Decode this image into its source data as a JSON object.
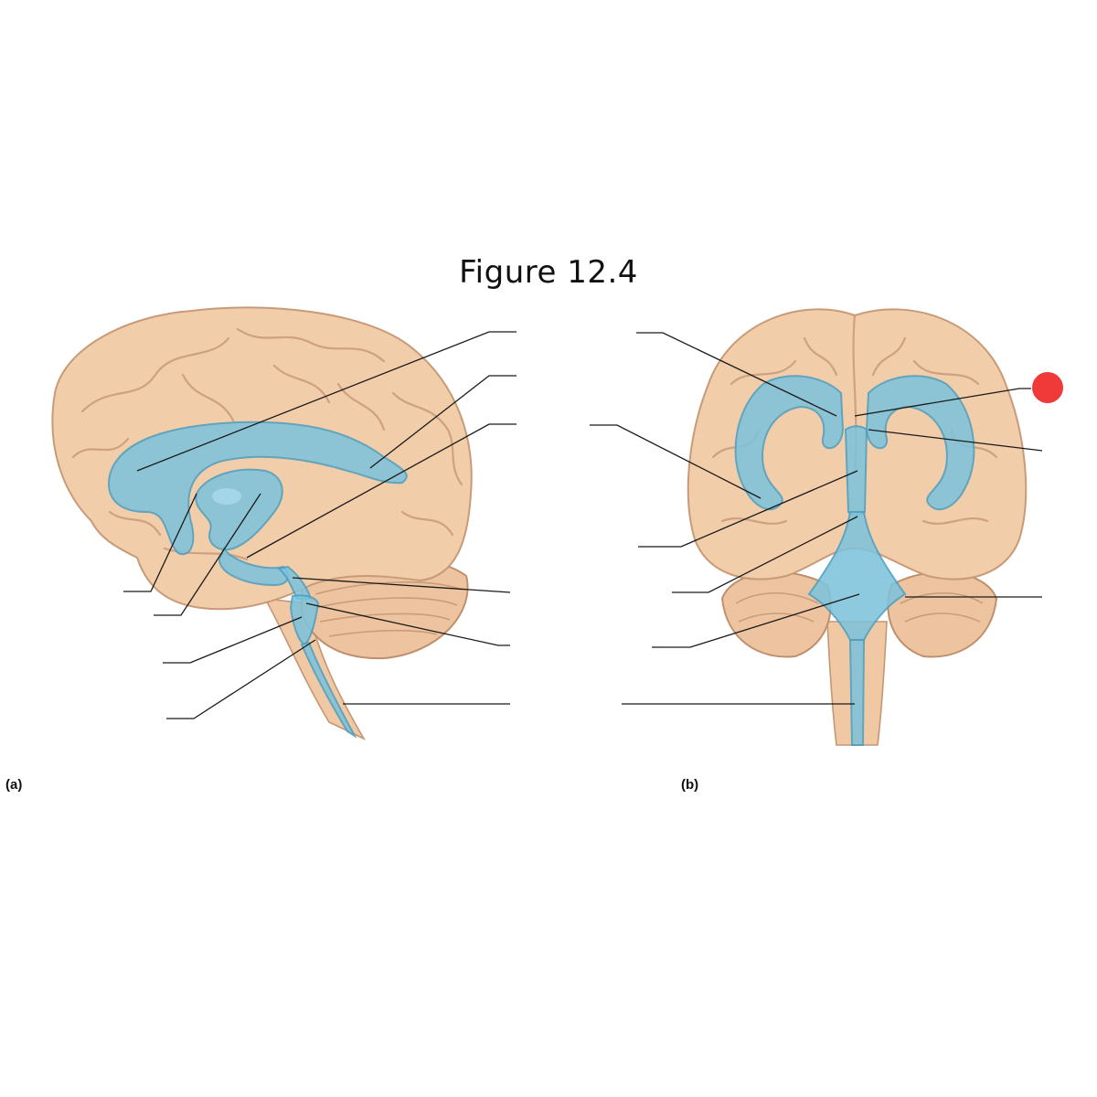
{
  "figure": {
    "title": "Figure 12.4",
    "panel_a_label": "(a)",
    "panel_b_label": "(b)"
  },
  "colors": {
    "brain_tissue": "#f2cdaa",
    "ventricle": "#7ec3dc",
    "marker": "#f03a3a"
  },
  "marker": {
    "icon": "red-dot-marker-icon"
  }
}
